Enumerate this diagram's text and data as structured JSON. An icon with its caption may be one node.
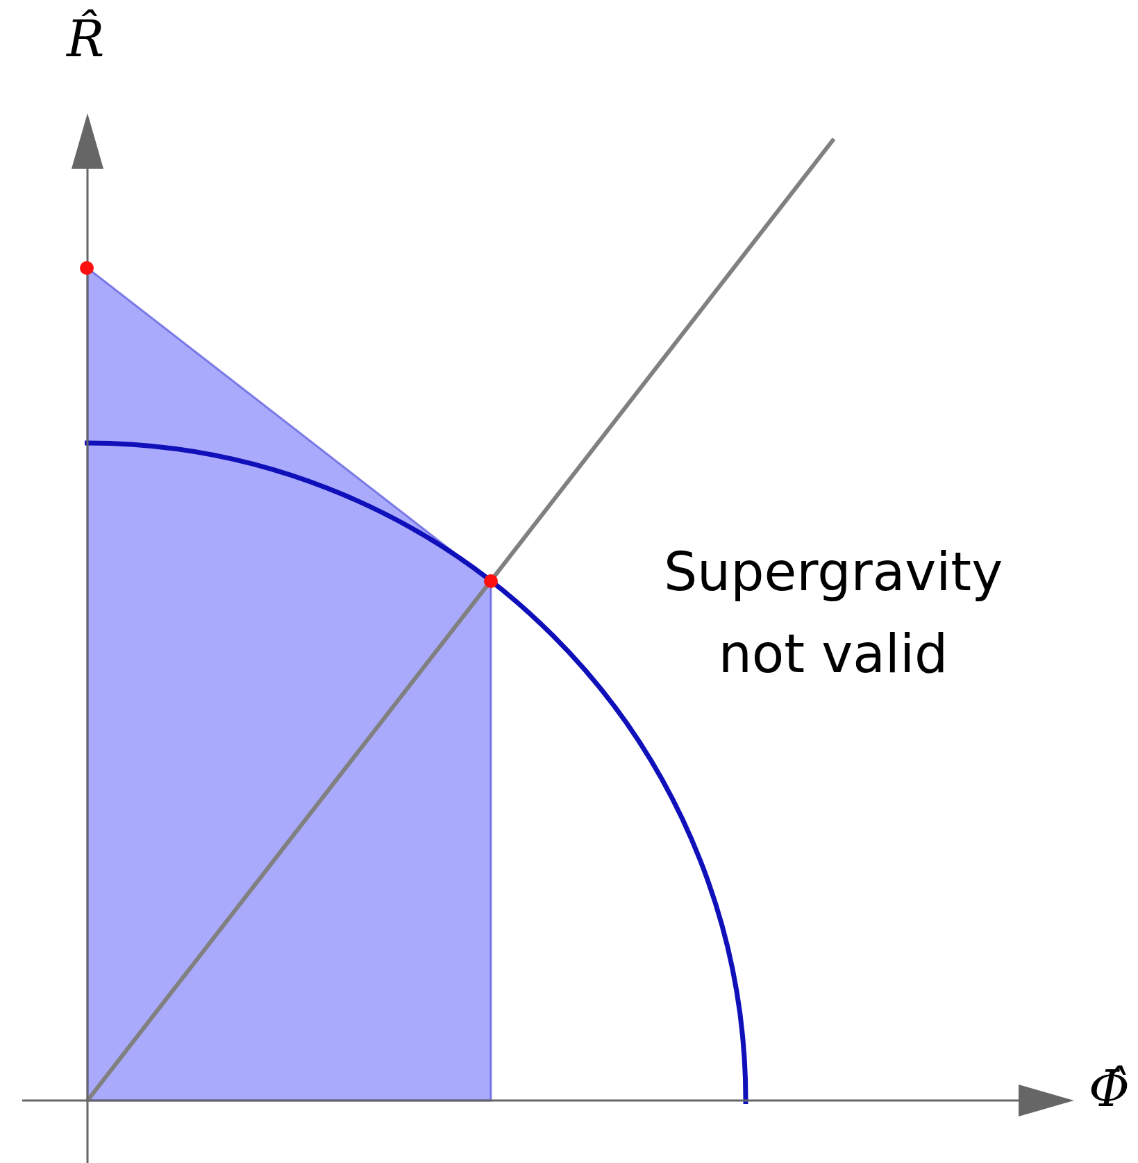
{
  "diagram": {
    "labels": [
      "R̂",
      "Supergravity not valid",
      "Φ̂"
    ]
  }
}
